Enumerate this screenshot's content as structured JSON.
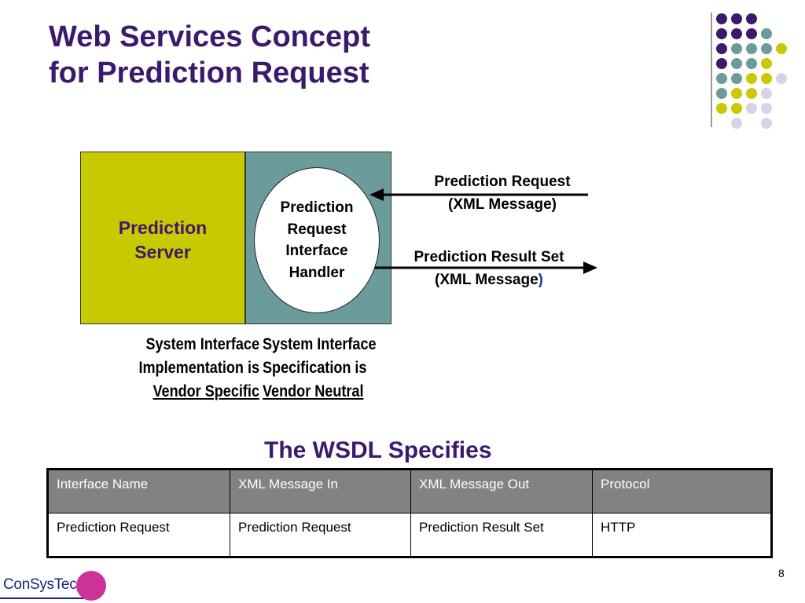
{
  "slide": {
    "title_lines": [
      "Web Services Concept",
      "for Prediction Request"
    ],
    "page_number": "8"
  },
  "diagram": {
    "server_label_lines": [
      "Prediction",
      "Server"
    ],
    "handler_label_lines": [
      "Prediction",
      "Request",
      "Interface",
      "Handler"
    ],
    "request_message_lines": [
      "Prediction Request",
      "(XML Message)"
    ],
    "result_message": {
      "line1": "Prediction Result Set",
      "line2_main": "(XML Message",
      "line2_close": ")"
    },
    "left_note": {
      "line1": "System Interface",
      "line2": "Implementation is",
      "line3": "Vendor Specific"
    },
    "right_note": {
      "line1": "System Interface",
      "line2": "Specification is",
      "line3": "Vendor Neutral"
    }
  },
  "wsdl": {
    "title": "The WSDL Specifies",
    "columns": [
      "Interface Name",
      "XML Message In",
      "XML Message Out",
      "Protocol"
    ],
    "rows": [
      [
        "Prediction Request",
        "Prediction Request",
        "Prediction Result Set",
        "HTTP"
      ]
    ]
  },
  "logo": {
    "text": "ConSysTec"
  },
  "colors": {
    "title_purple": "#3b1a6e",
    "server_yellow": "#c9c900",
    "spec_teal": "#6b9b9b",
    "header_gray": "#828282",
    "logo_magenta": "#cc3399"
  },
  "decor": {
    "dot_grid": [
      [
        "purple",
        "purple",
        "purple",
        null,
        null
      ],
      [
        "purple",
        "purple",
        "purple",
        "teal",
        null
      ],
      [
        "purple",
        "teal",
        "teal",
        "teal",
        "yellow"
      ],
      [
        "purple",
        "teal",
        "teal",
        "yellow",
        null
      ],
      [
        "teal",
        "teal",
        "yellow",
        "yellow",
        "lavender"
      ],
      [
        "teal",
        "yellow",
        "yellow",
        "lavender",
        null
      ],
      [
        "yellow",
        "yellow",
        "lavender",
        "lavender",
        null
      ],
      [
        null,
        "lavender",
        null,
        "lavender",
        null
      ]
    ],
    "dot_colors": {
      "purple": "#3b1a6e",
      "teal": "#6b9b9b",
      "yellow": "#c9c900",
      "lavender": "#d4d4e8"
    }
  }
}
